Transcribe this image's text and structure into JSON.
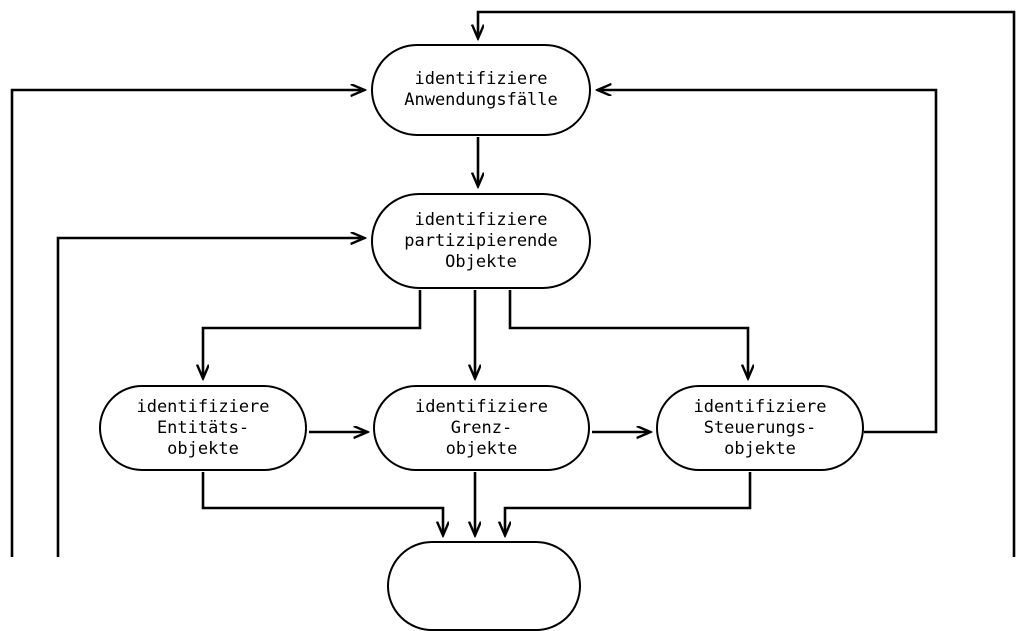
{
  "diagram": {
    "type": "flowchart",
    "title": "",
    "language": "de",
    "background_color": "#ffffff",
    "line_color": "#000000",
    "text_color": "#000000",
    "nodes": [
      {
        "id": "n1",
        "label": "identifiziere\nAnwendungsfälle",
        "shape": "stadium"
      },
      {
        "id": "n2",
        "label": "identifiziere\npartizipierende\nObjekte",
        "shape": "stadium"
      },
      {
        "id": "n3",
        "label": "identifiziere\nEntitäts-\nobjekte",
        "shape": "stadium"
      },
      {
        "id": "n4",
        "label": "identifiziere\nGrenz-\nobjekte",
        "shape": "stadium"
      },
      {
        "id": "n5",
        "label": "identifiziere\nSteuerungs-\nobjekte",
        "shape": "stadium"
      },
      {
        "id": "n6",
        "label": "",
        "shape": "stadium",
        "note": "cut off at bottom edge"
      }
    ],
    "edges": [
      {
        "from": "n1",
        "to": "n2",
        "style": "arrow-down"
      },
      {
        "from": "n2",
        "to": "n3",
        "style": "branch-left"
      },
      {
        "from": "n2",
        "to": "n4",
        "style": "arrow-down"
      },
      {
        "from": "n2",
        "to": "n5",
        "style": "branch-right"
      },
      {
        "from": "n3",
        "to": "n4",
        "style": "arrow-right"
      },
      {
        "from": "n4",
        "to": "n5",
        "style": "arrow-right"
      },
      {
        "from": "n3",
        "to": "n6",
        "style": "route-down"
      },
      {
        "from": "n4",
        "to": "n6",
        "style": "arrow-down"
      },
      {
        "from": "n5",
        "to": "n6",
        "style": "route-down"
      },
      {
        "from": "n5",
        "to": "n1",
        "style": "feedback-right"
      },
      {
        "from": "n6",
        "to": "n1",
        "style": "feedback-outer-right"
      },
      {
        "from": "n6",
        "to": "n1",
        "style": "feedback-outer-left"
      },
      {
        "from": "n6",
        "to": "n2",
        "style": "feedback-inner-left"
      }
    ]
  }
}
